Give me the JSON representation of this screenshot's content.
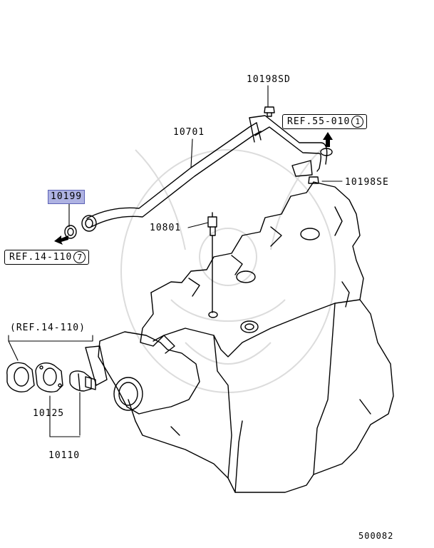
{
  "callouts": {
    "bolt_top": "10198SD",
    "bolt_side": "10198SE",
    "pipe": "10701",
    "gasket_highlighted": "10199",
    "sensor": "10801",
    "ref_thermostat": "(REF.14-110)",
    "gasket_thermostat": "10125",
    "thermostat_assy": "10110"
  },
  "references": {
    "ref_top": {
      "text": "REF.55-010",
      "num": "1"
    },
    "ref_left": {
      "text": "REF.14-110",
      "num": "7"
    }
  },
  "footer": {
    "code": "500082"
  },
  "colors": {
    "highlight_fill": "#aeb2e2",
    "highlight_border": "#5d63b6",
    "line": "#000000",
    "watermark": "#d8d8d8"
  }
}
